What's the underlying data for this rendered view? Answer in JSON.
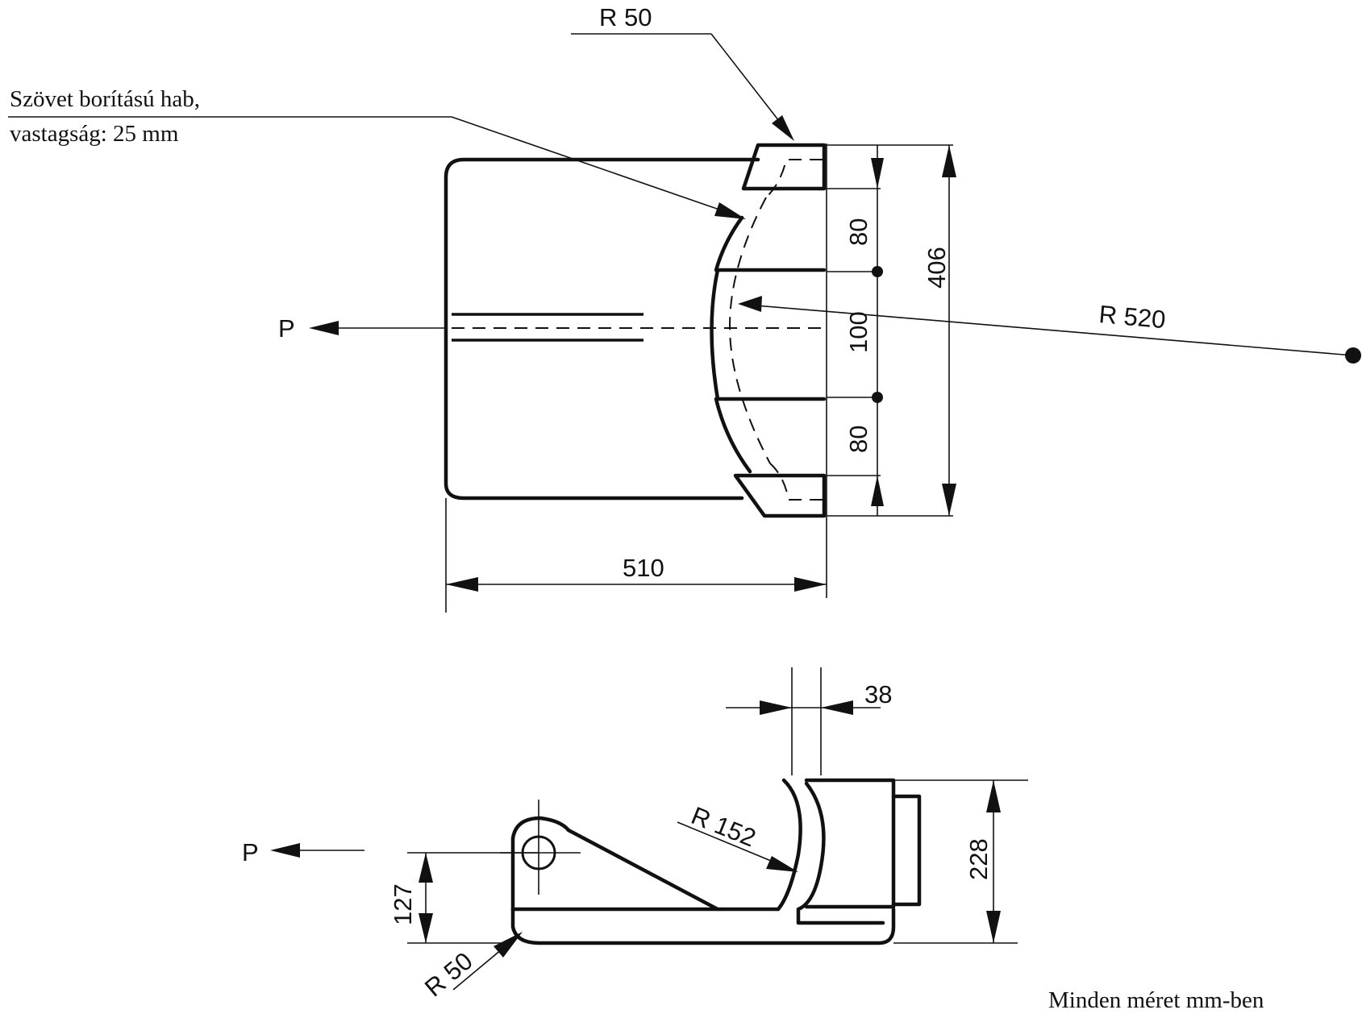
{
  "top_view": {
    "note_line1": "Szövet borítású hab,",
    "note_line2": "vastagság: 25 mm",
    "radius_top": "R 50",
    "radius_large": "R 520",
    "dim_width": "510",
    "dim_total_height": "406",
    "dim_upper": "80",
    "dim_middle": "100",
    "dim_lower": "80",
    "force_label": "P"
  },
  "side_view": {
    "force_label": "P",
    "dim_thickness": "38",
    "dim_height": "228",
    "dim_pivot_height": "127",
    "radius_curve": "R 152",
    "radius_corner": "R 50"
  },
  "footer": {
    "units_note": "Minden méret mm-ben"
  }
}
